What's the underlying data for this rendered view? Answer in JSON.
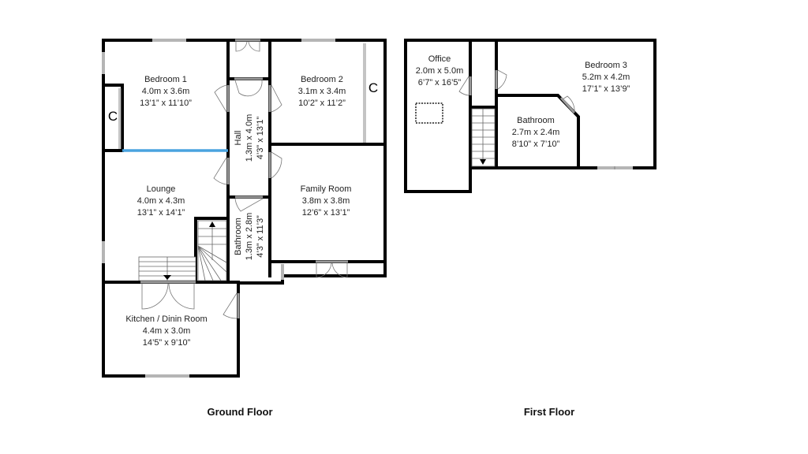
{
  "colors": {
    "wall": "#000000",
    "window": "#b5b5b5",
    "highlight_wall": "#4aa3df",
    "background": "#ffffff"
  },
  "ground_floor": {
    "label": "Ground Floor",
    "rooms": [
      {
        "name": "Bedroom 1",
        "metric": "4.0m x 3.6m",
        "imperial": "13’1” x 11’10”"
      },
      {
        "name": "Bedroom 2",
        "metric": "3.1m x 3.4m",
        "imperial": "10’2” x 11’2”"
      },
      {
        "name": "Hall",
        "metric": "1.3m x 4.0m",
        "imperial": "4’3” x 13’1”"
      },
      {
        "name": "Lounge",
        "metric": "4.0m x 4.3m",
        "imperial": "13’1” x 14’1”"
      },
      {
        "name": "Family Room",
        "metric": "3.8m x 3.8m",
        "imperial": "12’6” x 13’1”"
      },
      {
        "name": "Bathroom",
        "metric": "1.3m x 2.8m",
        "imperial": "4’3” x 11’3”"
      },
      {
        "name": "Kitchen / Dinin Room",
        "metric": "4.4m x 3.0m",
        "imperial": "14’5” x 9’10”"
      }
    ],
    "cupboards": [
      "C",
      "C"
    ]
  },
  "first_floor": {
    "label": "First Floor",
    "rooms": [
      {
        "name": "Office",
        "metric": "2.0m x 5.0m",
        "imperial": "6’7” x 16’5”"
      },
      {
        "name": "Bedroom 3",
        "metric": "5.2m x 4.2m",
        "imperial": "17’1” x 13’9”"
      },
      {
        "name": "Bathroom",
        "metric": "2.7m x 2.4m",
        "imperial": "8’10” x 7’10”"
      }
    ]
  }
}
